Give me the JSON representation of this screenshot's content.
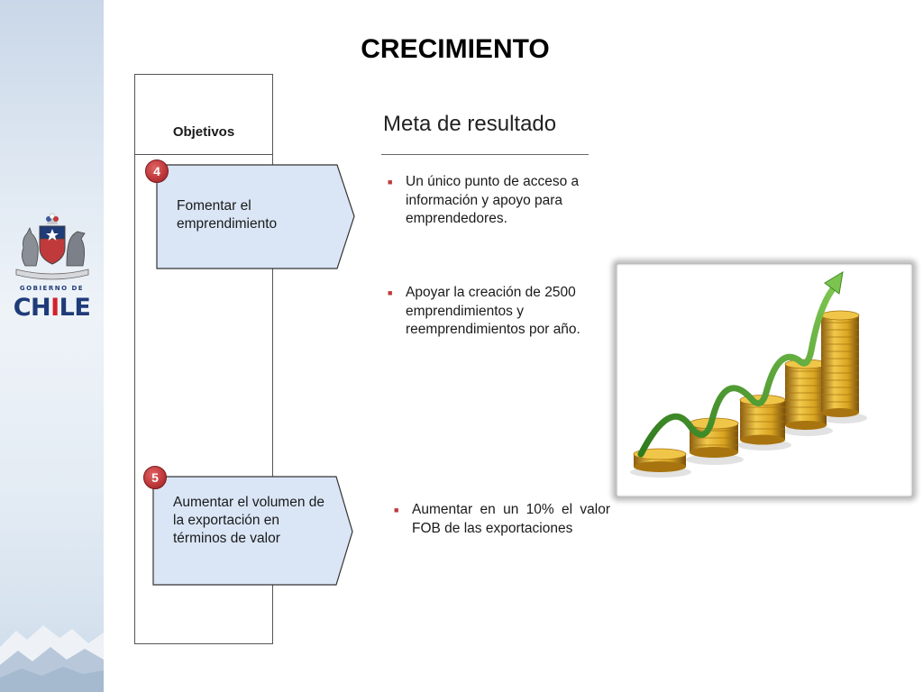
{
  "slide": {
    "title": "CRECIMIENTO"
  },
  "branding": {
    "gobierno_label": "GOBIERNO DE",
    "chile_label_ch": "CH",
    "chile_label_i": "I",
    "chile_label_le": "LE"
  },
  "column": {
    "header": "Objetivos",
    "results_header": "Meta de resultado"
  },
  "objectives": [
    {
      "number": "4",
      "text": "Fomentar el emprendimiento",
      "results": [
        "Un único punto de acceso a información y apoyo para emprendedores.",
        "Apoyar la creación de 2500 emprendimientos y reemprendimientos por año."
      ]
    },
    {
      "number": "5",
      "text": "Aumentar el volumen de la exportación en términos de valor",
      "results": [
        "Aumentar en un 10% el valor FOB de las exportaciones"
      ]
    }
  ],
  "colors": {
    "chevron_fill": "#dae6f6",
    "badge_red": "#c0393b",
    "arrow_green": "#4a9a2e",
    "coin_gold": "#d9a521"
  }
}
